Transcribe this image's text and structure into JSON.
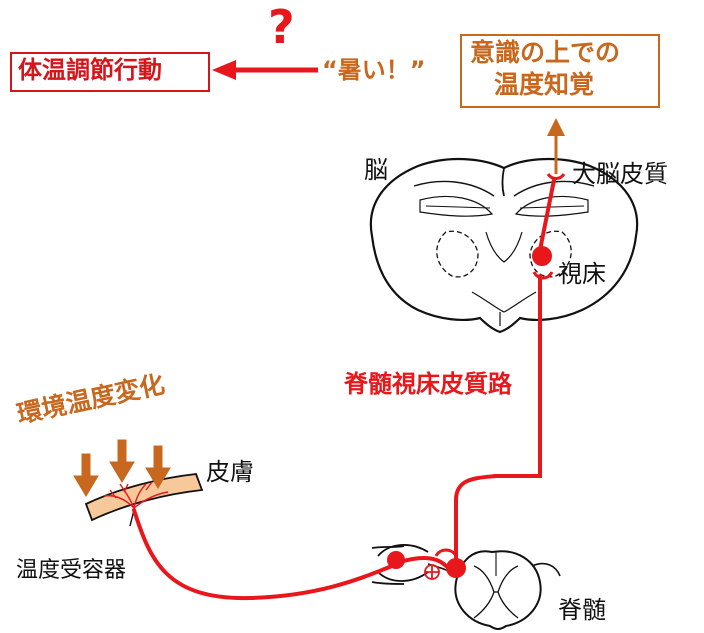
{
  "colors": {
    "pathway_red": "#e8171c",
    "label_red": "#d4161b",
    "accent_orange": "#c8681e",
    "skin_fill": "#f6c89a",
    "outline_black": "#111111"
  },
  "labels": {
    "behavior": "体温調節行動",
    "question_mark": "?",
    "hot_quote": "“暑い！”",
    "conscious_line1": "意識の上での",
    "conscious_line2": "温度知覚",
    "brain": "脳",
    "cortex": "大脳皮質",
    "thalamus": "視床",
    "pathway": "脊髄視床皮質路",
    "env_change": "環境温度変化",
    "skin": "皮膚",
    "receptor": "温度受容器",
    "spinal_cord": "脊髄"
  },
  "icons": {
    "excitatory_synapse": "plus-in-circle-icon",
    "behavior_arrow": "left-arrow-icon",
    "perception_arrow": "up-arrow-icon",
    "heat_arrows": "down-arrow-icon"
  }
}
